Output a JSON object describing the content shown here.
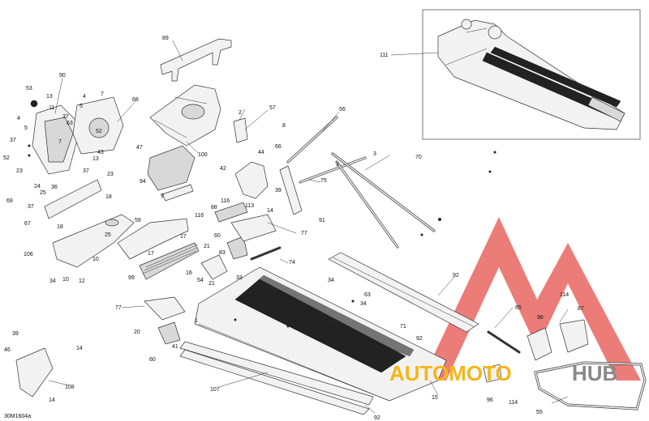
{
  "diagram": {
    "code": "30M1604a",
    "watermark": {
      "part1": "AUTOMOTO",
      "part2": "HUB",
      "color1": "#f2b71b",
      "color2": "#8a8a8a",
      "logo_color": "#e2312b"
    },
    "labels": [
      {
        "id": "l111",
        "text": "111"
      },
      {
        "id": "l89",
        "text": "89"
      },
      {
        "id": "l90",
        "text": "90"
      },
      {
        "id": "l53",
        "text": "53"
      },
      {
        "id": "l13a",
        "text": "13"
      },
      {
        "id": "l11",
        "text": "11"
      },
      {
        "id": "l4a",
        "text": "4"
      },
      {
        "id": "l5a",
        "text": "5"
      },
      {
        "id": "l7a",
        "text": "7"
      },
      {
        "id": "l68",
        "text": "68"
      },
      {
        "id": "l37a",
        "text": "37"
      },
      {
        "id": "l63a",
        "text": "63"
      },
      {
        "id": "l52a",
        "text": "52"
      },
      {
        "id": "l4b",
        "text": "4"
      },
      {
        "id": "l5b",
        "text": "5"
      },
      {
        "id": "l37b",
        "text": "37"
      },
      {
        "id": "l52b",
        "text": "52"
      },
      {
        "id": "l23a",
        "text": "23"
      },
      {
        "id": "l7b",
        "text": "7"
      },
      {
        "id": "l43",
        "text": "43"
      },
      {
        "id": "l13b",
        "text": "13"
      },
      {
        "id": "l47",
        "text": "47"
      },
      {
        "id": "l69",
        "text": "69"
      },
      {
        "id": "l37c",
        "text": "37"
      },
      {
        "id": "l24",
        "text": "24"
      },
      {
        "id": "l25a",
        "text": "25"
      },
      {
        "id": "l36",
        "text": "36"
      },
      {
        "id": "l23b",
        "text": "23"
      },
      {
        "id": "l18a",
        "text": "18"
      },
      {
        "id": "l37d",
        "text": "37"
      },
      {
        "id": "l67",
        "text": "67"
      },
      {
        "id": "l18b",
        "text": "18"
      },
      {
        "id": "l2",
        "text": "2"
      },
      {
        "id": "l57",
        "text": "57"
      },
      {
        "id": "l100",
        "text": "100"
      },
      {
        "id": "l94",
        "text": "94"
      },
      {
        "id": "l9",
        "text": "9"
      },
      {
        "id": "l56",
        "text": "56"
      },
      {
        "id": "l8",
        "text": "8"
      },
      {
        "id": "l3a",
        "text": "3"
      },
      {
        "id": "l3b",
        "text": "3"
      },
      {
        "id": "l70",
        "text": "70"
      },
      {
        "id": "l66",
        "text": "66"
      },
      {
        "id": "l44",
        "text": "44"
      },
      {
        "id": "l42",
        "text": "42"
      },
      {
        "id": "l39",
        "text": "39"
      },
      {
        "id": "l75",
        "text": "75"
      },
      {
        "id": "l116a",
        "text": "116"
      },
      {
        "id": "l113",
        "text": "113"
      },
      {
        "id": "l14a",
        "text": "14"
      },
      {
        "id": "l116b",
        "text": "116"
      },
      {
        "id": "l88",
        "text": "88"
      },
      {
        "id": "l91",
        "text": "91"
      },
      {
        "id": "l77a",
        "text": "77"
      },
      {
        "id": "l60a",
        "text": "60"
      },
      {
        "id": "l59",
        "text": "59"
      },
      {
        "id": "l106",
        "text": "106"
      },
      {
        "id": "l25b",
        "text": "25"
      },
      {
        "id": "l17a",
        "text": "17"
      },
      {
        "id": "l17b",
        "text": "17"
      },
      {
        "id": "l21a",
        "text": "21"
      },
      {
        "id": "l83",
        "text": "83"
      },
      {
        "id": "l10a",
        "text": "10"
      },
      {
        "id": "l74",
        "text": "74"
      },
      {
        "id": "l16",
        "text": "16"
      },
      {
        "id": "l99",
        "text": "99"
      },
      {
        "id": "l34a",
        "text": "34"
      },
      {
        "id": "l10b",
        "text": "10"
      },
      {
        "id": "l12",
        "text": "12"
      },
      {
        "id": "l54",
        "text": "54"
      },
      {
        "id": "l21b",
        "text": "21"
      },
      {
        "id": "l33",
        "text": "33"
      },
      {
        "id": "l92a",
        "text": "92"
      },
      {
        "id": "l34b",
        "text": "34"
      },
      {
        "id": "l63b",
        "text": "63"
      },
      {
        "id": "l34c",
        "text": "34"
      },
      {
        "id": "l77b",
        "text": "77"
      },
      {
        "id": "l114a",
        "text": "114"
      },
      {
        "id": "l65",
        "text": "65"
      },
      {
        "id": "l96a",
        "text": "96"
      },
      {
        "id": "l87",
        "text": "87"
      },
      {
        "id": "l1",
        "text": "1"
      },
      {
        "id": "l71",
        "text": "71"
      },
      {
        "id": "l20",
        "text": "20"
      },
      {
        "id": "l92b",
        "text": "92"
      },
      {
        "id": "l41",
        "text": "41"
      },
      {
        "id": "l60b",
        "text": "60"
      },
      {
        "id": "l39b",
        "text": "39"
      },
      {
        "id": "l14b",
        "text": "14"
      },
      {
        "id": "l46",
        "text": "46"
      },
      {
        "id": "l108",
        "text": "108"
      },
      {
        "id": "l107",
        "text": "107"
      },
      {
        "id": "l15",
        "text": "15"
      },
      {
        "id": "l96b",
        "text": "96"
      },
      {
        "id": "l114b",
        "text": "114"
      },
      {
        "id": "l14c",
        "text": "14"
      },
      {
        "id": "l55",
        "text": "55"
      },
      {
        "id": "l92c",
        "text": "92"
      }
    ]
  }
}
